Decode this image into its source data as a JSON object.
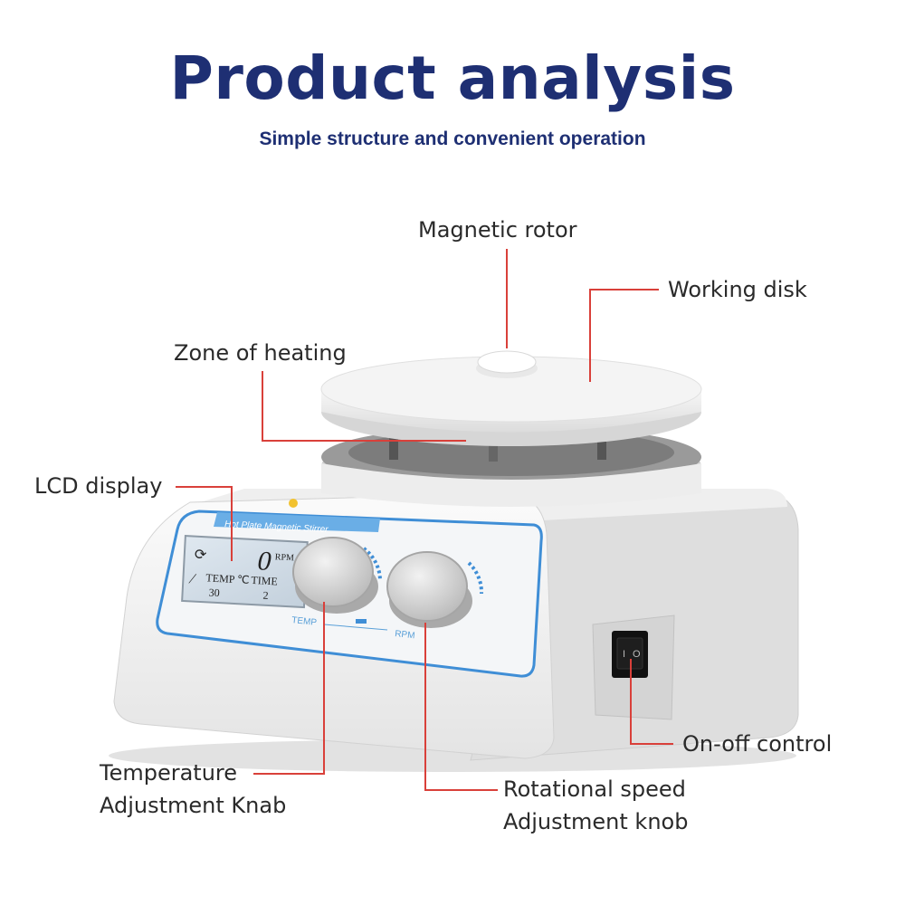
{
  "header": {
    "title": "Product analysis",
    "subtitle": "Simple structure and convenient operation"
  },
  "labels": {
    "magnetic_rotor": "Magnetic rotor",
    "working_disk": "Working disk",
    "zone_of_heating": "Zone of heating",
    "lcd_display": "LCD display",
    "temperature_knob_line1": "Temperature",
    "temperature_knob_line2": "Adjustment Knab",
    "rotational_speed_line1": "Rotational speed",
    "rotational_speed_line2": "Adjustment knob",
    "on_off_control": "On-off control"
  },
  "device": {
    "panel_label": "Hot Plate Magnetic Stirrer",
    "lcd": {
      "rpm_value": "0",
      "rpm_unit": "RPM",
      "temp_label": "TEMP ℃",
      "time_label": "TIME",
      "temp_value": "30",
      "time_value": "2"
    },
    "knob_left_label": "TEMP",
    "knob_right_label": "RPM",
    "switch_off_symbol": "O",
    "switch_on_symbol": "I"
  },
  "colors": {
    "title": "#1e2f73",
    "callout_line": "#d9403a",
    "accent_blue": "#3f8ed6",
    "label_text": "#2a2a2a"
  }
}
